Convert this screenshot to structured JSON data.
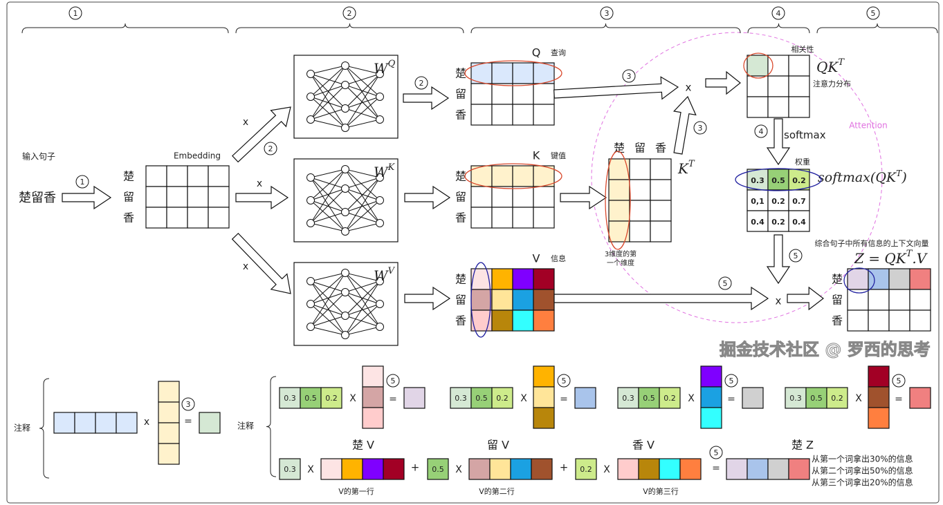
{
  "step_numbers": [
    "1",
    "2",
    "3",
    "4",
    "5"
  ],
  "input": {
    "label": "输入句子",
    "sentence": "楚留香"
  },
  "tokens": [
    "楚",
    "留",
    "香"
  ],
  "embedding_label": "Embedding",
  "multiply": "x",
  "multiply_upper": "X",
  "equals": "=",
  "plus": "+",
  "weight_matrices": [
    {
      "base": "W",
      "sup": "Q"
    },
    {
      "base": "W",
      "sup": "K"
    },
    {
      "base": "W",
      "sup": "V"
    }
  ],
  "q": {
    "label": "Q",
    "desc": "查询"
  },
  "k": {
    "label": "K",
    "desc": "键值"
  },
  "v": {
    "label": "V",
    "desc": "信息"
  },
  "kt": {
    "base": "K",
    "sup": "T",
    "note_line1": "3维度的第",
    "note_line2": "一个维度"
  },
  "qk": {
    "title": "相关性",
    "base": "QK",
    "sup": "T",
    "desc": "注意力分布"
  },
  "softmax_label": "softmax",
  "attention_label": "Attention",
  "weights": {
    "title": "权重",
    "formula_base": "softmax(QK",
    "formula_sup": "T",
    "formula_close": ")",
    "values": [
      [
        "0.3",
        "0.5",
        "0.2"
      ],
      [
        "0,1",
        "0.2",
        "0.7"
      ],
      [
        "0.4",
        "0.2",
        "0.4"
      ]
    ]
  },
  "z": {
    "desc": "综合句子中所有信息的上下文向量",
    "base": "Z = QK",
    "sup": "T",
    "tail": ".V"
  },
  "notes_label": "注释",
  "bottom": {
    "row_titles": [
      "楚 V",
      "留 V",
      "香 V",
      "楚 Z"
    ],
    "row_captions": [
      "V的第一行",
      "V的第二行",
      "V的第三行"
    ],
    "explanations": [
      "从第一个词拿出30%的信息",
      "从第二个词拿出50%的信息",
      "从第三个词拿出20%的信息"
    ]
  },
  "watermark": "掘金技术社区 @ 罗西的思考",
  "colors": {
    "q_row": "#dae8fc",
    "k_row": "#fff2cc",
    "green_cell": "#d5e8d4",
    "weight_cells": [
      "#d5e8d4",
      "#97d077",
      "#cdeb8b"
    ],
    "v_matrix": [
      [
        "#fde4e4",
        "#ffb300",
        "#7f00ff",
        "#a20025"
      ],
      [
        "#d4a5a5",
        "#ffe599",
        "#1ba1e2",
        "#a0522d"
      ],
      [
        "#ffcccc",
        "#b8860b",
        "#33ffff",
        "#ff7f3f"
      ]
    ],
    "z_row": [
      "#e1d5e7",
      "#a9c4eb",
      "#d0d0d0",
      "#f08080"
    ],
    "attention": "#e070e0",
    "red_ellipse": "#d9482b",
    "blue_ellipse": "#2020a0"
  }
}
